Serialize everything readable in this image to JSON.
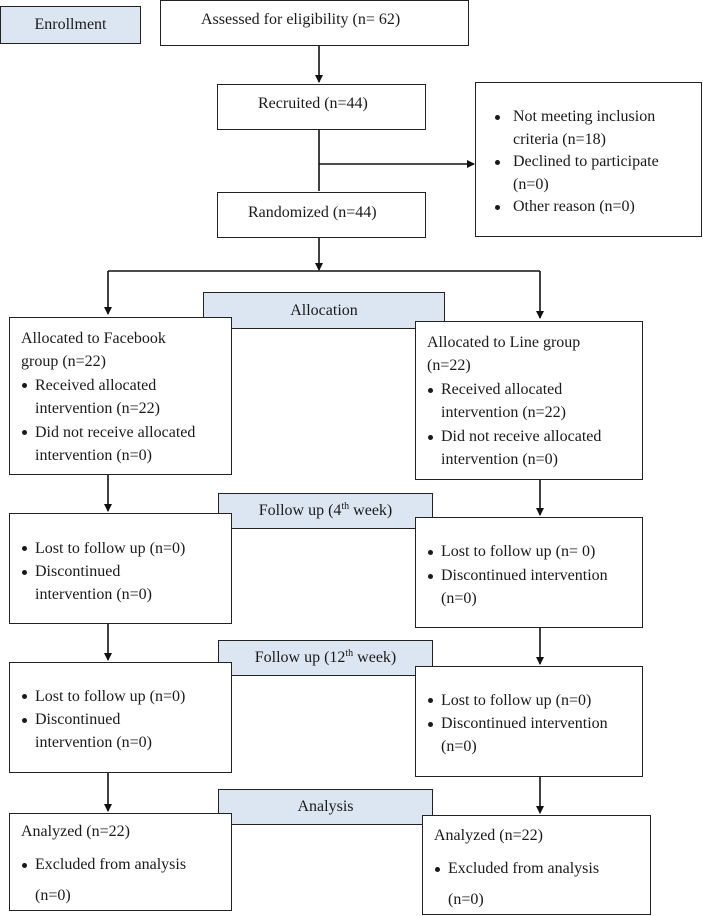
{
  "stages": {
    "enrollment": "Enrollment",
    "allocation": "Allocation",
    "follow_up_4": {
      "pre": "Follow up (4",
      "sup": "th",
      "post": " week)"
    },
    "follow_up_12": {
      "pre": "Follow up (12",
      "sup": "th",
      "post": " week)"
    },
    "analysis": "Analysis"
  },
  "top": {
    "assessed": "Assessed for eligibility (n= 62)",
    "recruited": "Recruited (n=44)",
    "randomized": "Randomized (n=44)",
    "excluded": [
      {
        "line1": "Not meeting inclusion",
        "line2": "criteria (n=18)"
      },
      {
        "line1": "Declined to participate",
        "line2": "(n=0)"
      },
      {
        "line1": "Other reason (n=0)"
      }
    ]
  },
  "facebook": {
    "allocation": {
      "title1": "Allocated to Facebook",
      "title2": "group (n=22)",
      "items": [
        {
          "line1": "Received allocated",
          "line2": "intervention (n=22)"
        },
        {
          "line1": "Did not receive allocated",
          "line2": "intervention (n=0)"
        }
      ]
    },
    "follow4": {
      "items": [
        {
          "line1": "Lost to follow up (n=0)"
        },
        {
          "line1": "Discontinued",
          "line2": "intervention (n=0)"
        }
      ]
    },
    "follow12": {
      "items": [
        {
          "line1": "Lost to follow up (n=0)"
        },
        {
          "line1": "Discontinued",
          "line2": "intervention (n=0)"
        }
      ]
    },
    "analysis": {
      "analyzed": "Analyzed (n=22)",
      "excluded1": "Excluded from analysis",
      "excluded2": "(n=0)"
    }
  },
  "line": {
    "allocation": {
      "title1": "Allocated to Line group",
      "title2": "(n=22)",
      "items": [
        {
          "line1": "Received allocated",
          "line2": "intervention (n=22)"
        },
        {
          "line1": "Did not receive allocated",
          "line2": "intervention (n=0)"
        }
      ]
    },
    "follow4": {
      "items": [
        {
          "line1": "Lost to follow up (n= 0)"
        },
        {
          "line1": "Discontinued intervention",
          "line2": "(n=0)"
        }
      ]
    },
    "follow12": {
      "items": [
        {
          "line1": "Lost to follow up (n=0)"
        },
        {
          "line1": "Discontinued intervention",
          "line2": "(n=0)"
        }
      ]
    },
    "analysis": {
      "analyzed": "Analyzed (n=22)",
      "excluded1": "Excluded from analysis",
      "excluded2": "(n=0)"
    }
  }
}
